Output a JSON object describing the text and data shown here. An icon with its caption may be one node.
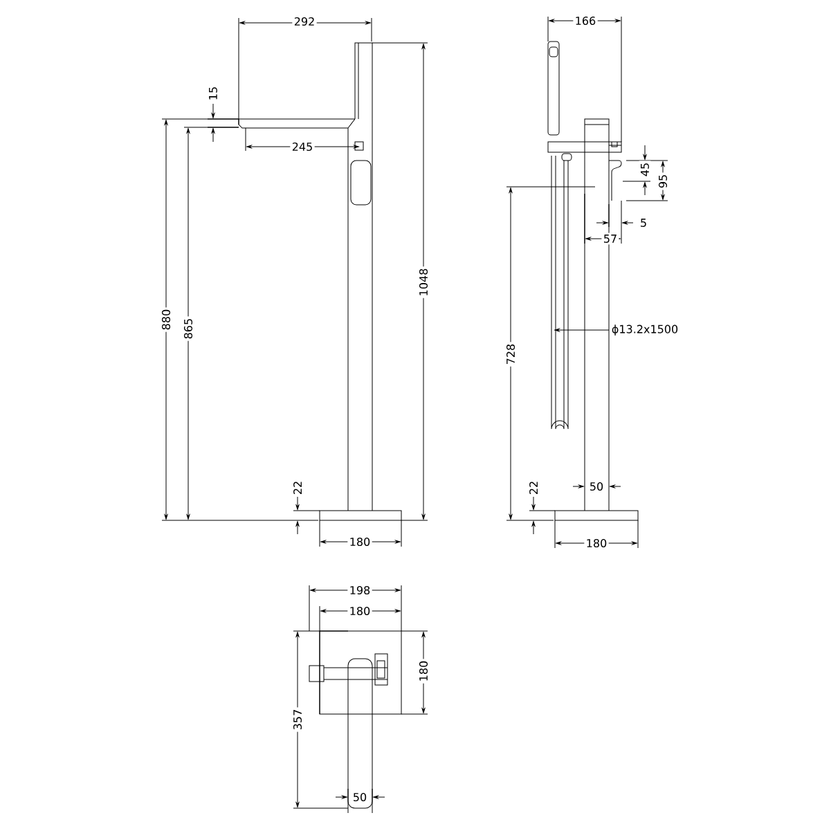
{
  "diagram": {
    "labels": [
      "292",
      "15",
      "245",
      "1048",
      "880",
      "865",
      "22",
      "180",
      "166",
      "45",
      "95",
      "5",
      "57",
      "ϕ13.2x1500",
      "728",
      "22",
      "50",
      "180",
      "198",
      "180",
      "180",
      "357",
      "50"
    ]
  }
}
